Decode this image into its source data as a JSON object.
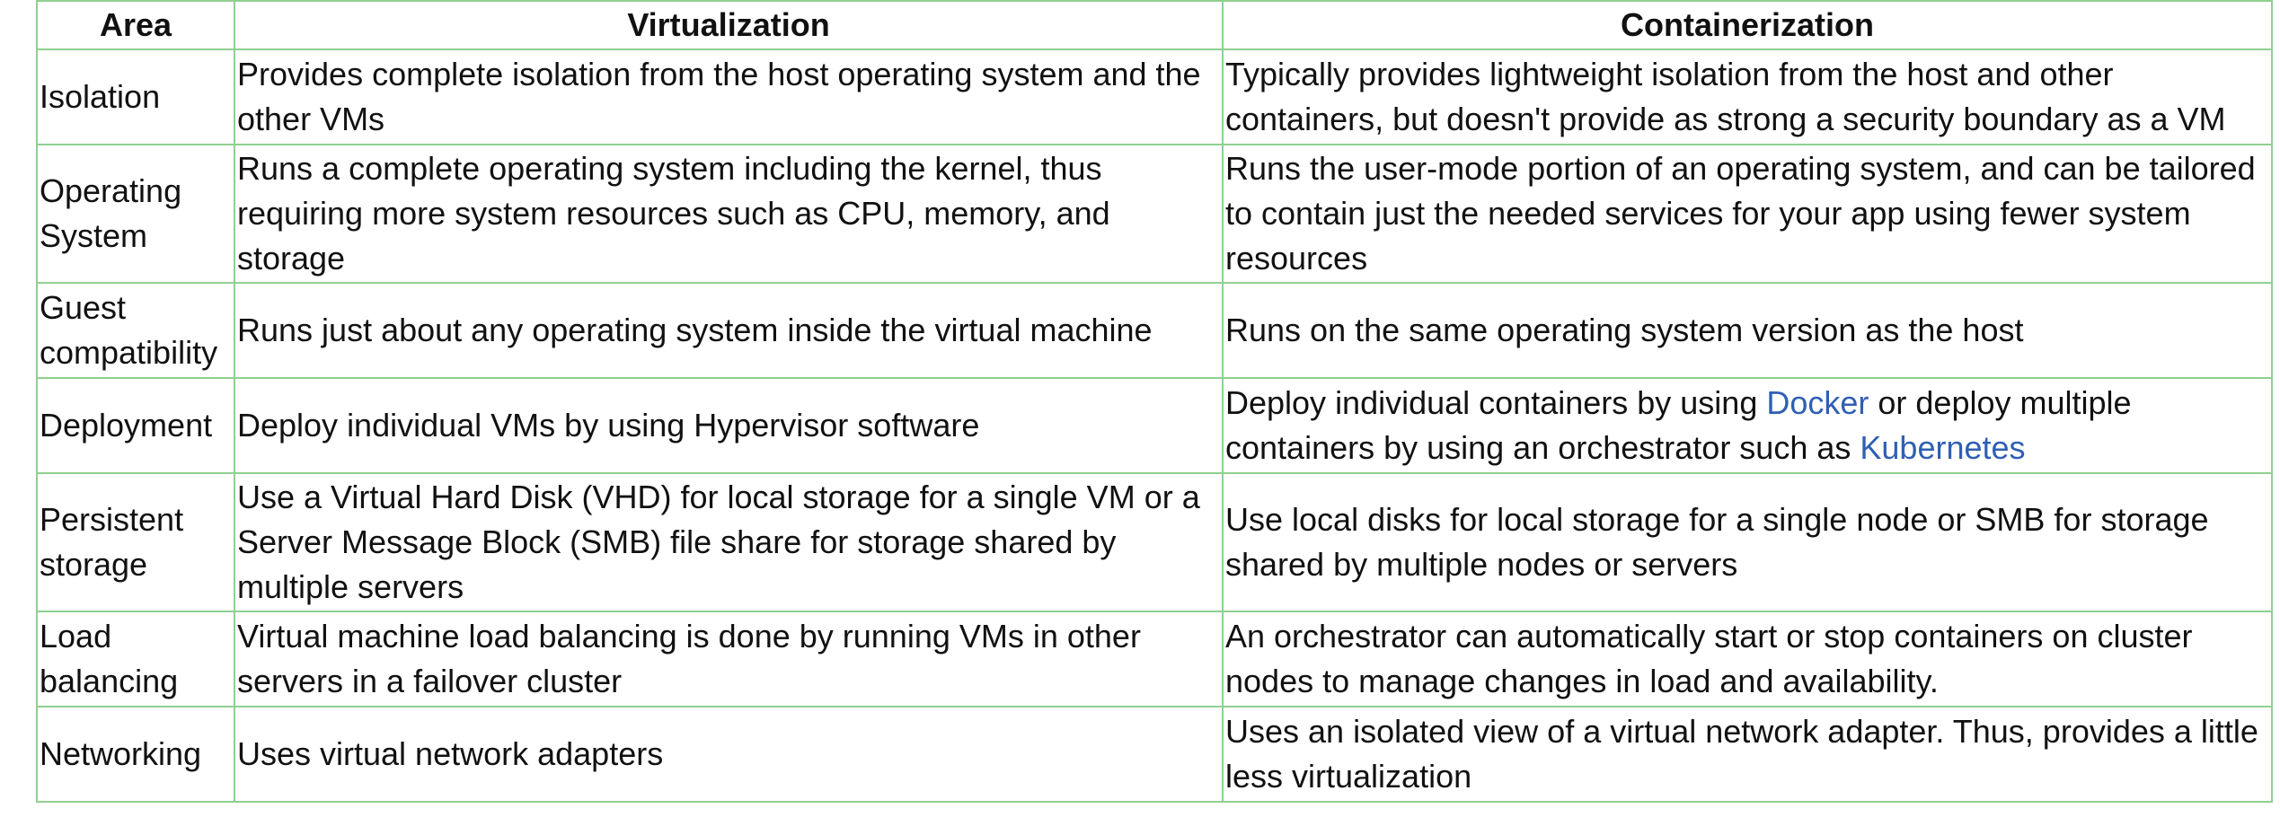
{
  "table": {
    "headers": [
      "Area",
      "Virtualization",
      "Containerization"
    ],
    "rows": [
      {
        "area": "Isolation",
        "virtualization": "Provides complete isolation from the host operating system and the other VMs",
        "containerization": "Typically provides lightweight isolation from the host and other containers, but doesn't provide as strong a security boundary as a VM"
      },
      {
        "area": "Operating System",
        "virtualization": "Runs a complete operating system including the kernel, thus requiring more system resources such as CPU, memory, and storage",
        "containerization": "Runs the user-mode portion of an operating system, and can be tailored to contain just the needed services for your app using fewer system resources"
      },
      {
        "area": "Guest compatibility",
        "virtualization": "Runs just about any operating system inside the virtual machine",
        "containerization": "Runs on the same operating system version as the host"
      },
      {
        "area": "Deployment",
        "virtualization": "Deploy individual VMs by using Hypervisor software",
        "containerization_parts": {
          "text1": "Deploy individual containers by using ",
          "link1": "Docker",
          "text2": " or deploy multiple containers by using an orchestrator such as ",
          "link2": "Kubernetes"
        }
      },
      {
        "area": "Persistent storage",
        "virtualization": "Use a Virtual Hard Disk (VHD) for local storage for a single VM or a Server Message Block (SMB) file share for storage shared by multiple servers",
        "containerization": "Use local disks for local storage for a single node or SMB for storage shared by multiple nodes or servers"
      },
      {
        "area": "Load balancing",
        "virtualization": "Virtual machine load balancing is done by running VMs in other servers in a failover cluster",
        "containerization": "An orchestrator can automatically start or stop containers on cluster nodes to manage changes in load and availability."
      },
      {
        "area": "Networking",
        "virtualization": "Uses virtual network adapters",
        "containerization": "Uses an isolated view of a virtual network adapter. Thus, provides a little less virtualization"
      }
    ]
  },
  "colors": {
    "border": "#8fd08f",
    "text": "#111111",
    "link": "#2f5fb3"
  }
}
